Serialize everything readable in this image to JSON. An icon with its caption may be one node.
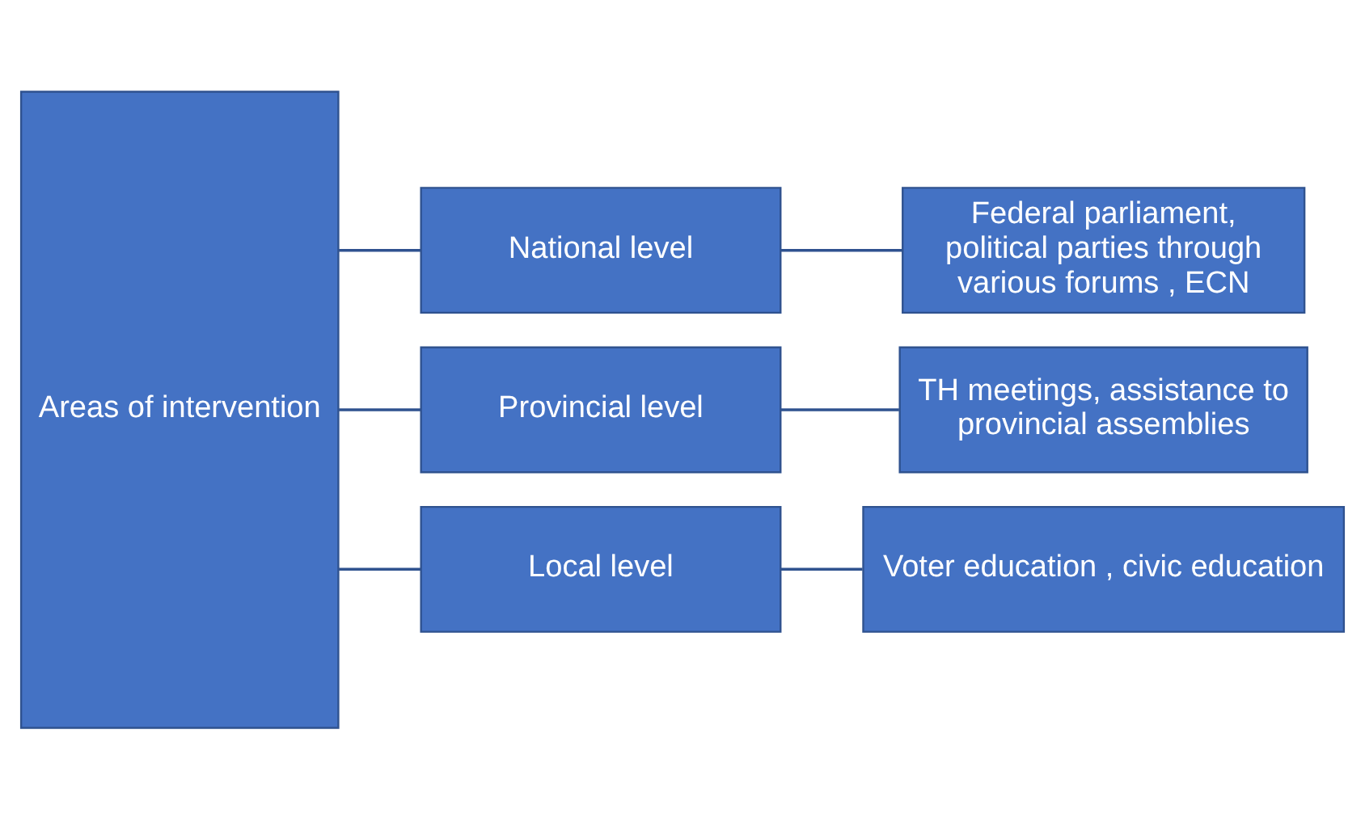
{
  "diagram": {
    "nodes": [
      {
        "text": [
          "Areas of intervention"
        ]
      },
      {
        "text": [
          "National level"
        ]
      },
      {
        "text": [
          "Provincial level"
        ]
      },
      {
        "text": [
          "Local level"
        ]
      },
      {
        "text": [
          "Federal parliament, political parties through various forums , ECN"
        ]
      },
      {
        "text": [
          "TH meetings, assistance to provincial assemblies"
        ]
      },
      {
        "text": [
          "Voter education , civic education"
        ]
      }
    ],
    "edges": [
      {
        "from": 0,
        "to": 1,
        "arrow": "none"
      },
      {
        "from": 0,
        "to": 2,
        "arrow": "none"
      },
      {
        "from": 0,
        "to": 3,
        "arrow": "none"
      },
      {
        "from": 1,
        "to": 4,
        "arrow": "none"
      },
      {
        "from": 2,
        "to": 5,
        "arrow": "none"
      },
      {
        "from": 3,
        "to": 6,
        "arrow": "none"
      }
    ]
  }
}
